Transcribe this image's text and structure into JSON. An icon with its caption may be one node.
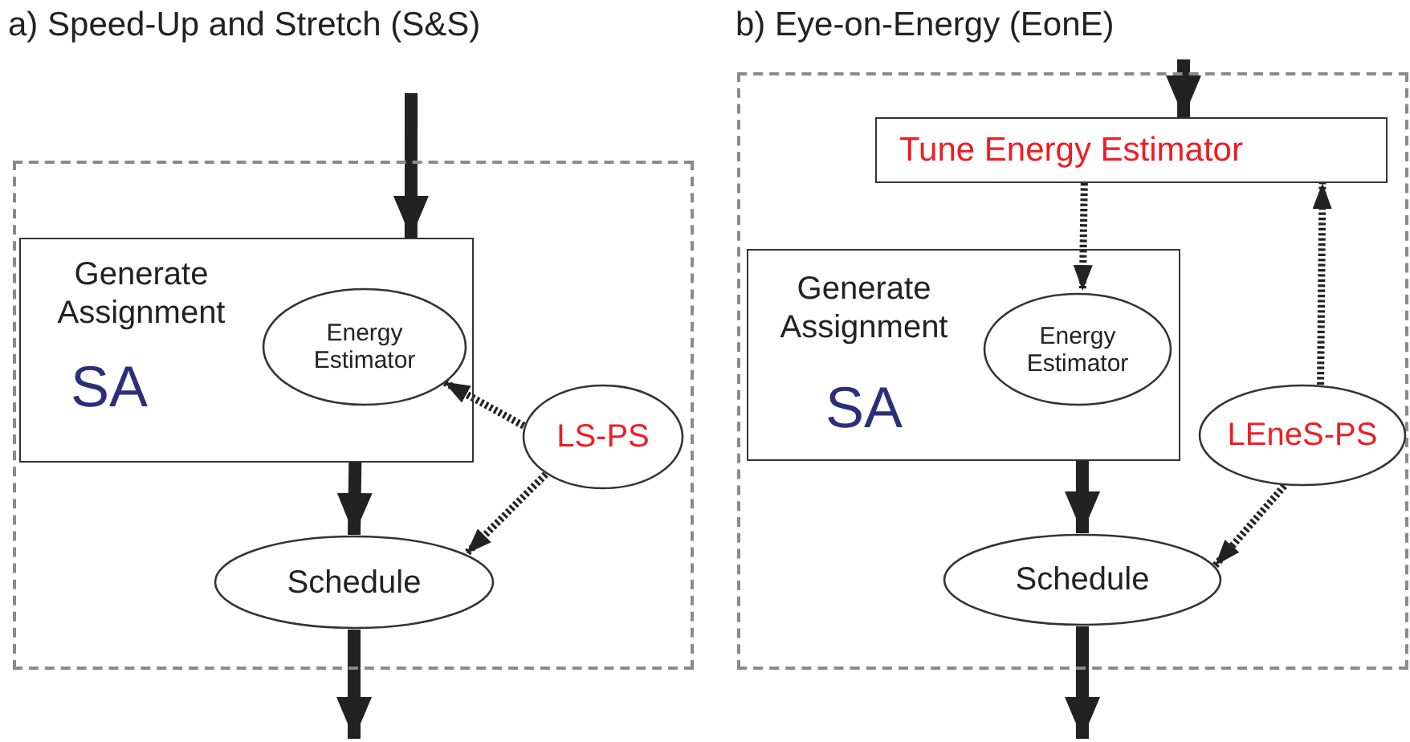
{
  "diagram": {
    "nodes": [
      {
        "text": [
          "a) Speed-Up and Stretch (S&S)"
        ]
      },
      {
        "text": [
          "Generate Assignment",
          "SA"
        ],
        "in": 0
      },
      {
        "text": [
          "Energy Estimator"
        ],
        "in": 1
      },
      {
        "text": [
          "LS-PS"
        ],
        "in": 0
      },
      {
        "text": [
          "Schedule"
        ],
        "in": 0
      },
      {
        "text": [
          "b) Eye-on-Energy (EonE)"
        ]
      },
      {
        "text": [
          "Tune Energy Estimator"
        ],
        "in": 5
      },
      {
        "text": [
          "Generate Assignment",
          "SA"
        ],
        "in": 5
      },
      {
        "text": [
          "Energy Estimator"
        ],
        "in": 7
      },
      {
        "text": [
          "LEneS-PS"
        ],
        "in": 5
      },
      {
        "text": [
          "Schedule"
        ],
        "in": 5
      }
    ],
    "edges": [
      {
        "from": null,
        "to": 1,
        "arrow": "to"
      },
      {
        "from": 1,
        "to": 4,
        "arrow": "to"
      },
      {
        "from": 4,
        "to": null,
        "arrow": "to"
      },
      {
        "from": 3,
        "to": 2,
        "arrow": "to",
        "style": "dashed"
      },
      {
        "from": 3,
        "to": 4,
        "arrow": "to",
        "style": "dashed"
      },
      {
        "from": null,
        "to": 6,
        "arrow": "to"
      },
      {
        "from": 6,
        "to": 8,
        "arrow": "to",
        "style": "dashed"
      },
      {
        "from": 9,
        "to": 6,
        "arrow": "to",
        "style": "dashed"
      },
      {
        "from": 9,
        "to": 10,
        "arrow": "to",
        "style": "dashed"
      },
      {
        "from": 7,
        "to": 10,
        "arrow": "to"
      },
      {
        "from": 10,
        "to": null,
        "arrow": "to"
      }
    ]
  }
}
